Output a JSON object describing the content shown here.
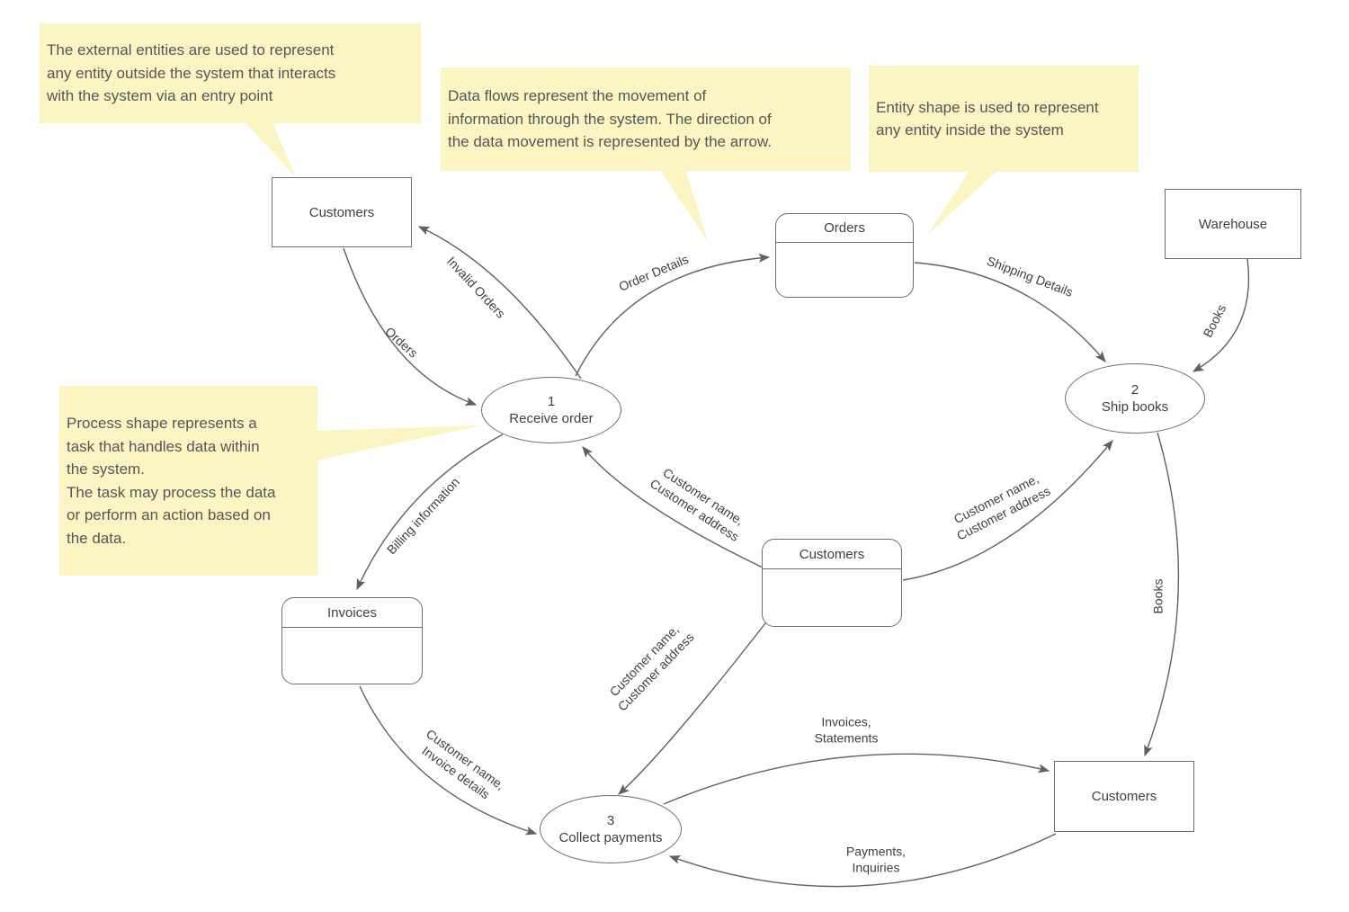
{
  "colors": {
    "background": "#ffffff",
    "callout_fill": "#fbf5c3",
    "callout_text": "#55565a",
    "shape_border": "#6e6e6e",
    "shape_text": "#3f4043",
    "connector": "#5f6060"
  },
  "callouts": [
    {
      "id": "external-entities",
      "text": "The external entities are used to represent\nany entity outside the system that interacts\nwith the system via an entry point"
    },
    {
      "id": "data-flows",
      "text": "Data flows represent the movement of\ninformation through the system. The direction of\nthe data movement is represented by the arrow."
    },
    {
      "id": "entity-shape",
      "text": "Entity shape is used to represent\nany entity inside the system"
    },
    {
      "id": "process-shape",
      "text": "Process shape represents a\ntask that handles data within\nthe system.\nThe task may process the data\nor perform an action based on\nthe data."
    }
  ],
  "external_entities": [
    {
      "id": "customers-top-left",
      "label": "Customers"
    },
    {
      "id": "warehouse",
      "label": "Warehouse"
    },
    {
      "id": "customers-bottom-right",
      "label": "Customers"
    }
  ],
  "data_stores": [
    {
      "id": "orders",
      "label": "Orders"
    },
    {
      "id": "customers",
      "label": "Customers"
    },
    {
      "id": "invoices",
      "label": "Invoices"
    }
  ],
  "processes": [
    {
      "id": "receive-order",
      "number": "1",
      "label": "Receive order"
    },
    {
      "id": "ship-books",
      "number": "2",
      "label": "Ship books"
    },
    {
      "id": "collect-payments",
      "number": "3",
      "label": "Collect payments"
    }
  ],
  "flows": [
    {
      "id": "orders",
      "label": "Orders"
    },
    {
      "id": "invalid-orders",
      "label": "Invalid Orders"
    },
    {
      "id": "order-details",
      "label": "Order Details"
    },
    {
      "id": "shipping-details",
      "label": "Shipping Details"
    },
    {
      "id": "books-from-warehouse",
      "label": "Books"
    },
    {
      "id": "customer-name-address-to-receive-order",
      "label": "Customer name,\nCustomer address"
    },
    {
      "id": "customer-name-address-to-ship-books",
      "label": "Customer name,\nCustomer address"
    },
    {
      "id": "customer-name-address-to-collect-payments",
      "label": "Customer name,\nCustomer address"
    },
    {
      "id": "billing-information",
      "label": "Billing information"
    },
    {
      "id": "customer-name-invoice-details",
      "label": "Customer name,\nInvoice details"
    },
    {
      "id": "invoices-statements",
      "label": "Invoices,\nStatements"
    },
    {
      "id": "payments-inquiries",
      "label": "Payments,\nInquiries"
    },
    {
      "id": "books-to-customers",
      "label": "Books"
    }
  ]
}
